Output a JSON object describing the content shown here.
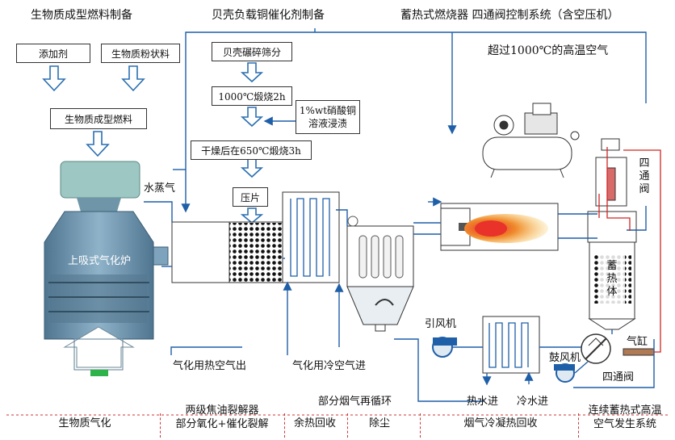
{
  "titles": {
    "biomass_fuel": "生物质成型燃料制备",
    "catalyst_prep": "贝壳负载铜催化剂制备",
    "control_system": "蓄热式燃烧器 四通阀控制系统（含空压机）",
    "hot_air_note": "超过1000℃的高温空气"
  },
  "process_boxes": {
    "additive": "添加剂",
    "biomass_powder": "生物质粉状料",
    "biomass_fuel": "生物质成型燃料",
    "shell_crush": "贝壳碾碎筛分",
    "calcine_1000": "1000℃煅烧2h",
    "copper_nitrate_line1": "1%wt硝酸铜",
    "copper_nitrate_line2": "溶液浸渍",
    "dry_calcine": "干燥后在650℃煅烧3h",
    "press": "压片"
  },
  "equipment_labels": {
    "steam": "水蒸气",
    "updraft_gasifier": "上吸式气化炉",
    "induced_fan": "引风机",
    "blower": "鼓风机",
    "cylinder": "气缸",
    "four_way_valve_bottom": "四通阀",
    "four_way_valve_vertical": "四通阀",
    "regenerator": "蓄热体"
  },
  "flow_labels": {
    "hot_air_out": "气化用热空气出",
    "cold_air_in": "气化用冷空气进",
    "flue_gas_recirculation": "部分烟气再循环",
    "hot_water_in": "热水进",
    "cold_water_in": "冷水进"
  },
  "stages": [
    {
      "label": "生物质气化"
    },
    {
      "label": "两级焦油裂解器\n部分氧化+催化裂解"
    },
    {
      "label": "余热回收"
    },
    {
      "label": "除尘"
    },
    {
      "label": "烟气冷凝热回收"
    },
    {
      "label": "连续蓄热式高温\n空气发生系统"
    }
  ],
  "colors": {
    "flow_line": "#1f5fa8",
    "arrow_outline": "#2a6fb0",
    "gasifier_body": "#7ea3bd",
    "gasifier_dark": "#4f7590",
    "hopper": "#9cc7c2",
    "flame_core": "#e8322a",
    "flame_outer": "#f08a2c",
    "signal_line": "#d02525",
    "ash_outlet": "#2db34a",
    "separator": "#cc3333"
  }
}
